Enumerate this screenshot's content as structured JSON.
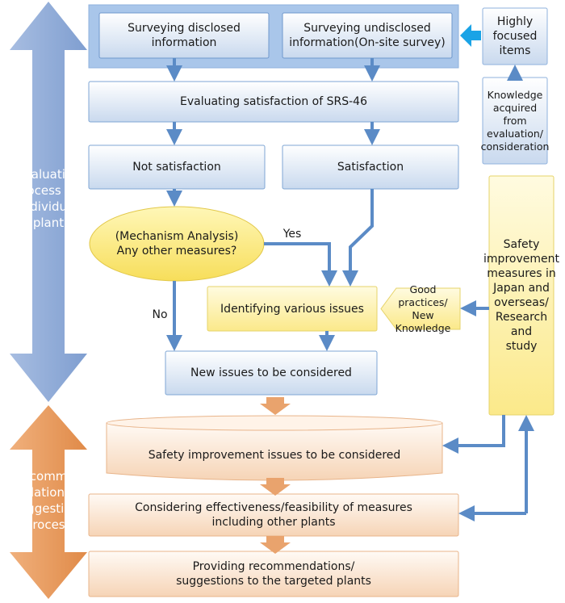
{
  "side_labels": {
    "evaluation": [
      "Evaluation",
      "Process for",
      "individual",
      "plant"
    ],
    "recommendations": [
      "Recommen",
      "-dations/",
      "Suggestions",
      "Process"
    ]
  },
  "boxes": {
    "disclosed": [
      "Surveying disclosed",
      "information"
    ],
    "undisclosed": [
      "Surveying undisclosed",
      "information(On-site survey)"
    ],
    "highly_focused": [
      "Highly",
      "focused",
      "items"
    ],
    "knowledge": [
      "Knowledge",
      "acquired from",
      "evaluation/",
      "consideration"
    ],
    "evaluating": "Evaluating satisfaction of SRS-46",
    "not_satisfaction": "Not satisfaction",
    "satisfaction": "Satisfaction",
    "mechanism": [
      "(Mechanism Analysis)",
      "Any other measures?"
    ],
    "identifying": "Identifying various issues",
    "good_practices": [
      "Good practices/",
      "New Knowledge"
    ],
    "safety_measures": [
      "Safety",
      "improvement",
      "measures in",
      "Japan and",
      "overseas/",
      "Research and",
      "study"
    ],
    "new_issues": "New issues to be considered",
    "safety_issues": "Safety improvement issues to be considered",
    "considering": [
      "Considering effectiveness/feasibility of measures",
      "including other plants"
    ],
    "providing": [
      "Providing recommendations/",
      "suggestions to the targeted plants"
    ]
  },
  "edge_labels": {
    "yes": "Yes",
    "no": "No"
  },
  "colors": {
    "blue_arrow": "#8fabd6",
    "orange_arrow": "#e9a36d",
    "connector": "#5b8bc6",
    "box_border": "#7fa6d4",
    "yellow_border": "#e6d36a",
    "orange_border": "#e8b48a",
    "cyan_arrow": "#1aa3e6"
  }
}
